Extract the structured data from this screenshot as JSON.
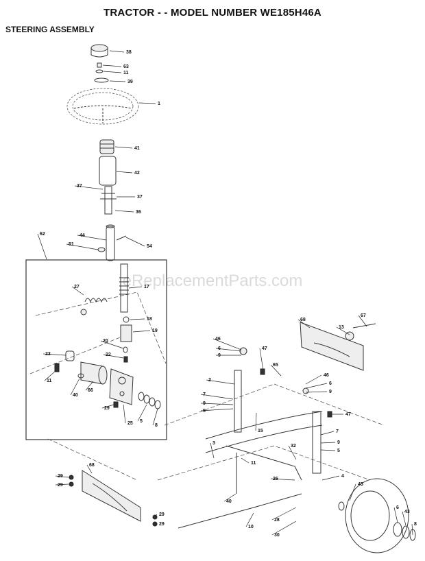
{
  "title": "TRACTOR - - MODEL NUMBER WE185H46A",
  "section": "STEERING ASSEMBLY",
  "watermark": "eReplacementParts.com",
  "callouts": [
    "38",
    "63",
    "11",
    "39",
    "1",
    "41",
    "42",
    "37",
    "37",
    "36",
    "62",
    "44",
    "51",
    "54",
    "27",
    "17",
    "18",
    "19",
    "20",
    "22",
    "23",
    "11",
    "66",
    "40",
    "29",
    "25",
    "5",
    "8",
    "68",
    "13",
    "67",
    "46",
    "6",
    "9",
    "47",
    "65",
    "2",
    "7",
    "9",
    "5",
    "15",
    "46",
    "6",
    "9",
    "47",
    "7",
    "9",
    "5",
    "32",
    "3",
    "11",
    "26",
    "4",
    "43",
    "6",
    "43",
    "8",
    "40",
    "28",
    "30",
    "10",
    "68",
    "29",
    "29",
    "29",
    "29"
  ]
}
